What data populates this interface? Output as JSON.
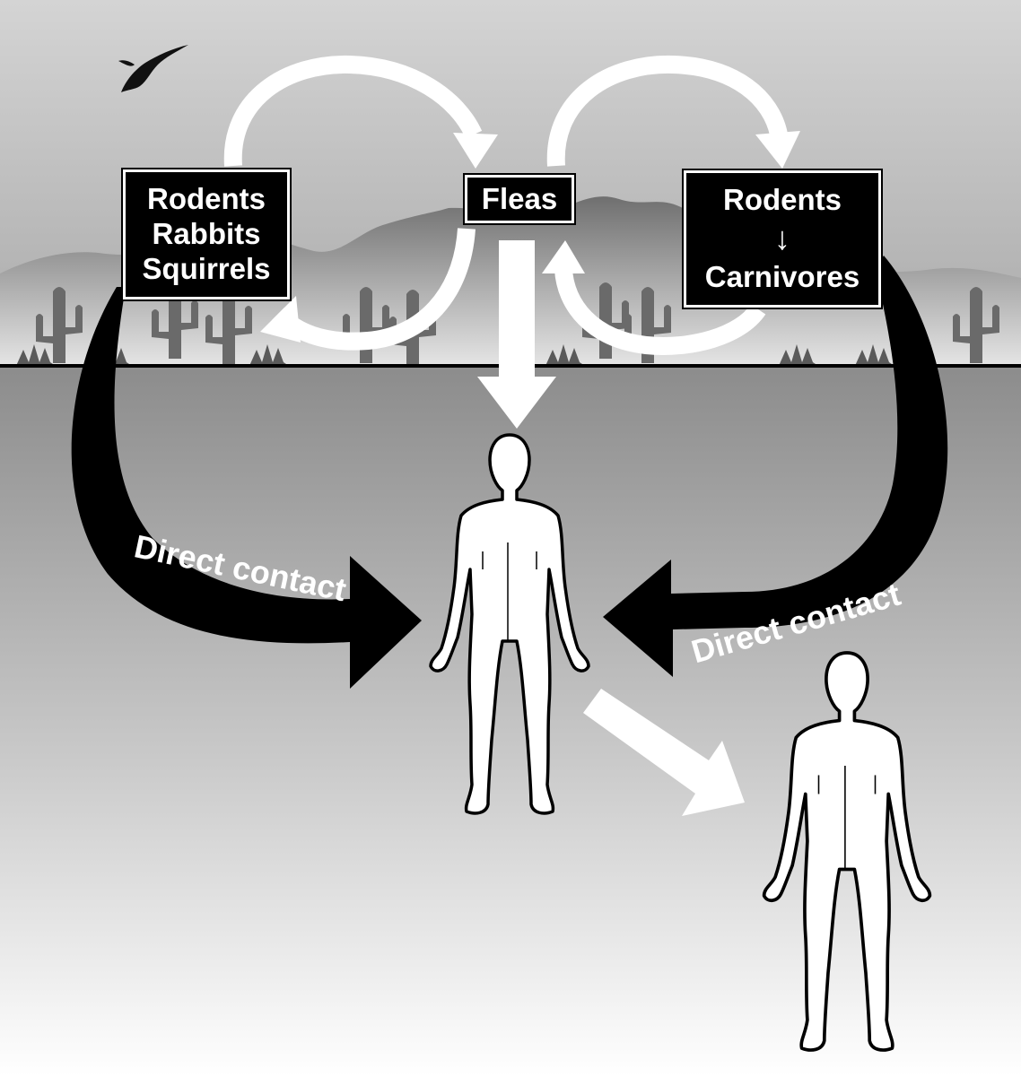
{
  "diagram": {
    "nodes": {
      "wild_hosts": [
        "Rodents",
        "Rabbits",
        "Squirrels"
      ],
      "vector": "Fleas",
      "secondary_hosts": {
        "top": "Rodents",
        "arrow": "↓",
        "bottom": "Carnivores"
      }
    },
    "edges": {
      "left_contact": "Direct contact",
      "right_contact": "Direct contact"
    },
    "icons": [
      "bird-icon",
      "cactus-icon",
      "human-figure-icon"
    ],
    "colors": {
      "sky_top": "#c8c8c8",
      "ground": "#8f8f8f",
      "arrow_dark": "#000000",
      "arrow_light": "#ffffff"
    }
  }
}
